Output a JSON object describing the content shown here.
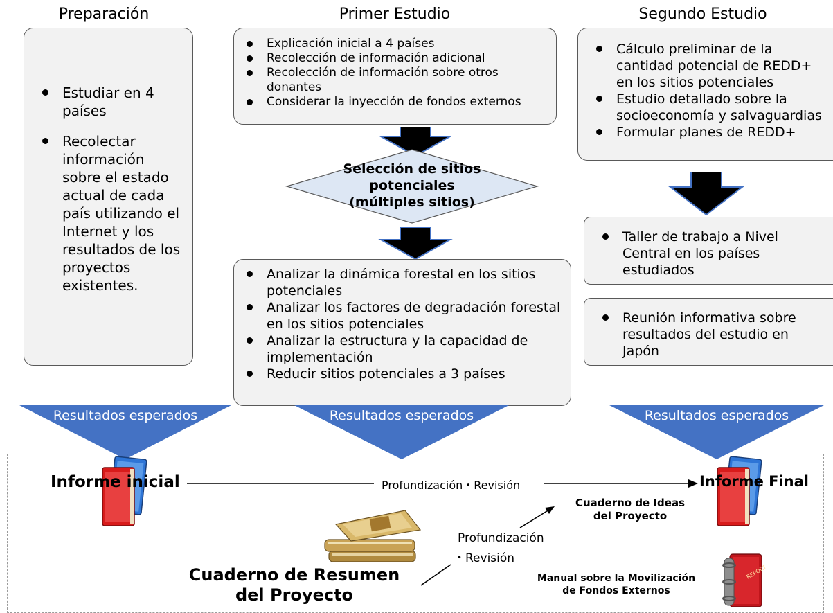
{
  "columns": {
    "preparacion": "Preparación",
    "primer": "Primer Estudio",
    "segundo": "Segundo Estudio"
  },
  "prep_box": {
    "items": [
      "Estudiar en 4 países",
      "Recolectar información sobre el estado actual de cada país utilizando el Internet y los resultados de los proyectos existentes."
    ]
  },
  "primer_box1": {
    "items": [
      "Explicación inicial a 4 países",
      "Recolección de información adicional",
      "Recolección de información sobre otros donantes",
      "Considerar la inyección de fondos externos"
    ]
  },
  "diamond": {
    "line1": "Selección de sitios",
    "line2": "potenciales",
    "line3": "(múltiples sitios)"
  },
  "primer_box2": {
    "items": [
      "Analizar la dinámica forestal en los sitios potenciales",
      "Analizar los factores de degradación forestal en los sitios potenciales",
      "Analizar la estructura y la capacidad de implementación",
      "Reducir sitios potenciales a 3 países"
    ]
  },
  "segundo_box1": {
    "items": [
      "Cálculo preliminar de la cantidad potencial de REDD+ en los sitios potenciales",
      "Estudio detallado sobre la socioeconomía y salvaguardias",
      "Formular planes de REDD+"
    ]
  },
  "segundo_box2": {
    "items": [
      "Taller de trabajo a Nivel Central en los países estudiados"
    ]
  },
  "segundo_box3": {
    "items": [
      "Reunión informativa sobre resultados del estudio en Japón"
    ]
  },
  "expected": {
    "left": "Resultados esperados",
    "mid": "Resultados esperados",
    "right": "Resultados esperados"
  },
  "outputs": {
    "informe_inicial": "Informe inicial",
    "informe_final": "Informe Final",
    "profundizacion_revision": "Profundización・Revisión",
    "profundizacion": "Profundización",
    "revision": "・Revisión",
    "cuaderno_ideas_l1": "Cuaderno de Ideas",
    "cuaderno_ideas_l2": "del Proyecto",
    "cuaderno_resumen_l1": "Cuaderno de Resumen",
    "cuaderno_resumen_l2": "del Proyecto",
    "manual_l1": "Manual sobre la Movilización",
    "manual_l2": "de Fondos Externos",
    "report_label": "REPORT"
  },
  "colors": {
    "band": "#4472c4",
    "box_fill": "#f2f2f2",
    "diamond_fill": "#dde7f4",
    "book_blue": "#2e75d6",
    "book_red": "#d81b1b",
    "book_tan": "#d9b86a"
  }
}
